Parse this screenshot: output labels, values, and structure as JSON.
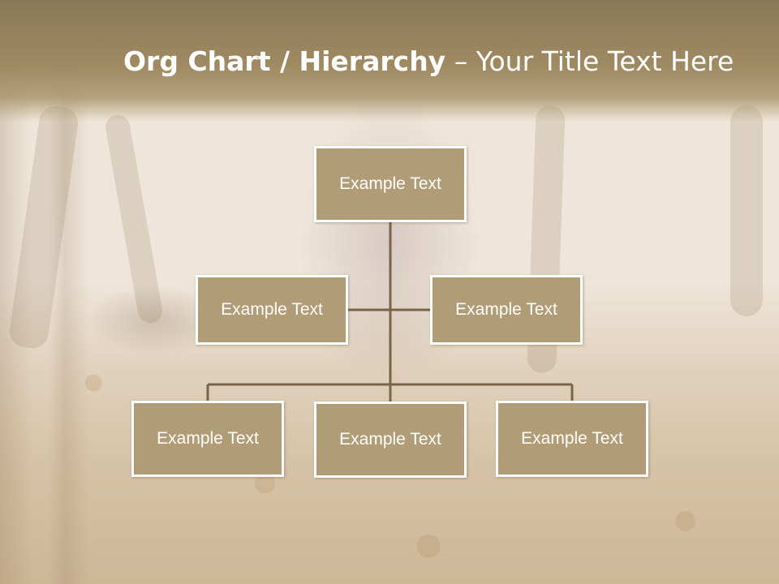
{
  "title": {
    "bold": "Org Chart / Hierarchy",
    "dash": " – ",
    "rest": "Your Title Text Here"
  },
  "nodes": {
    "top": "Example Text",
    "assistant_left": "Example Text",
    "assistant_right": "Example Text",
    "sub1": "Example Text",
    "sub2": "Example Text",
    "sub3": "Example Text"
  },
  "colors": {
    "node_fill": "#b09c76",
    "node_border": "#ffffff",
    "connector": "#7a6448",
    "header_band": "#9c8860"
  }
}
